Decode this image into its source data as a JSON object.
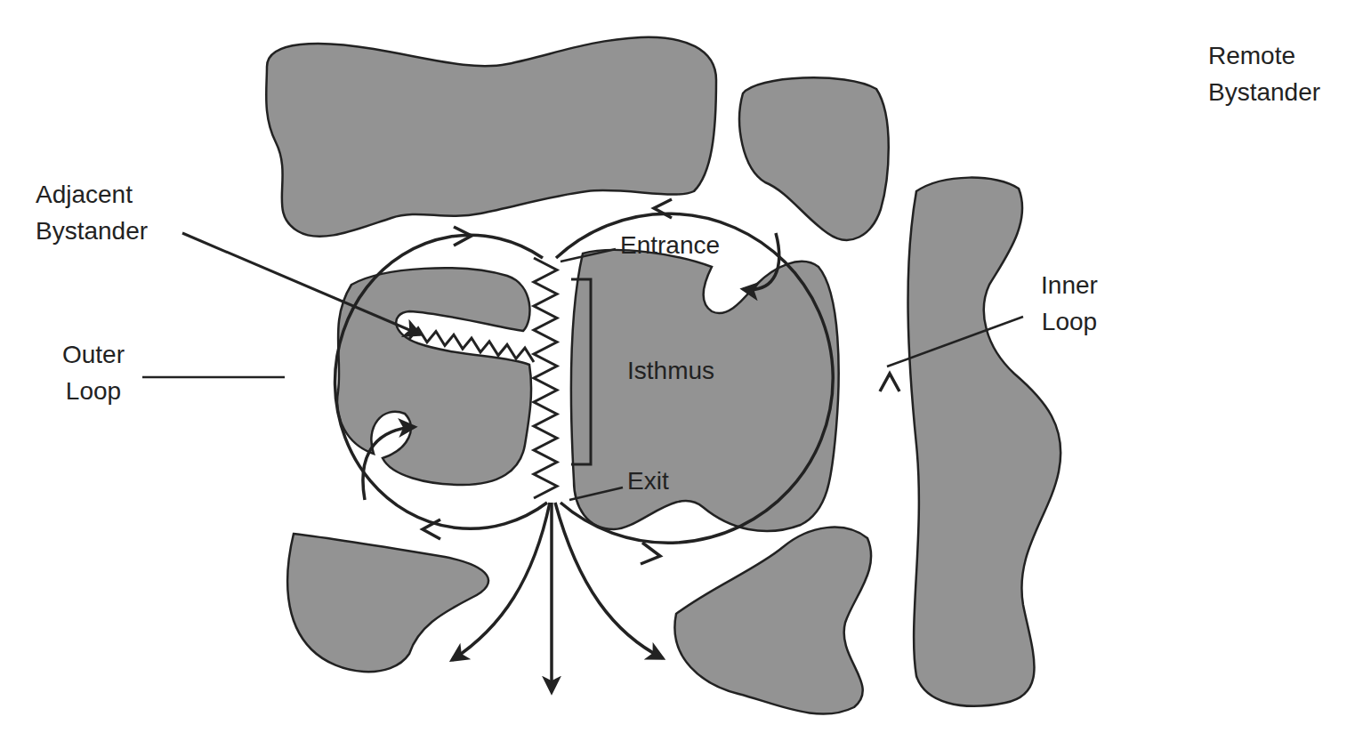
{
  "diagram": {
    "labels": [
      "Remote Bystander",
      "Adjacent Bystander",
      "Entrance",
      "Outer Loop",
      "Isthmus",
      "Inner Loop",
      "Exit"
    ]
  }
}
